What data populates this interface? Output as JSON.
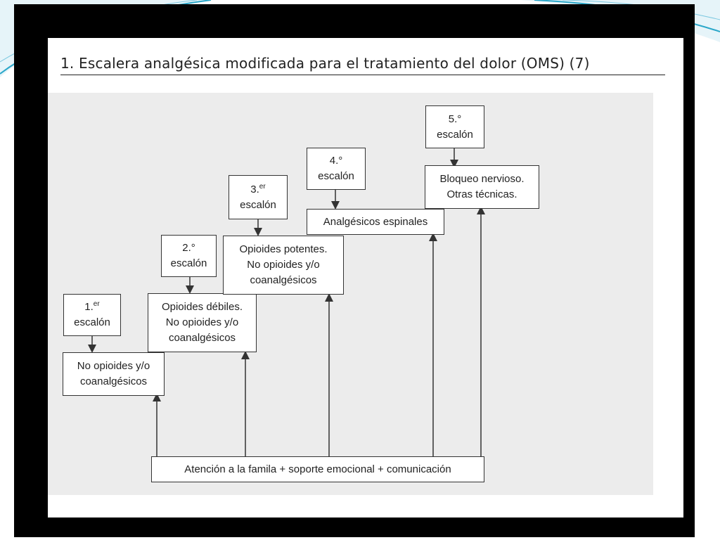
{
  "figure": {
    "title": "1. Escalera analgésica modificada para el tratamiento del dolor (OMS) (7)"
  },
  "steps": [
    {
      "number": "1.",
      "suffix": "er",
      "label": "escalón",
      "treatment": [
        "No opioides y/o",
        "coanalgésicos"
      ]
    },
    {
      "number": "2.°",
      "suffix": "",
      "label": "escalón",
      "treatment": [
        "Opioides débiles.",
        "No opioides y/o",
        "coanalgésicos"
      ]
    },
    {
      "number": "3.",
      "suffix": "er",
      "label": "escalón",
      "treatment": [
        "Opioides potentes.",
        "No opioides y/o",
        "coanalgésicos"
      ]
    },
    {
      "number": "4.°",
      "suffix": "",
      "label": "escalón",
      "treatment": [
        "Analgésicos espinales"
      ]
    },
    {
      "number": "5.°",
      "suffix": "",
      "label": "escalón",
      "treatment": [
        "Bloqueo nervioso.",
        "Otras técnicas."
      ]
    }
  ],
  "base": {
    "text": "Atención a la famila + soporte emocional + comunicación"
  },
  "colors": {
    "frame": "#000000",
    "diagram_background": "#ececec",
    "box_border": "#333333",
    "slide_accent": "#2aa7c9"
  }
}
